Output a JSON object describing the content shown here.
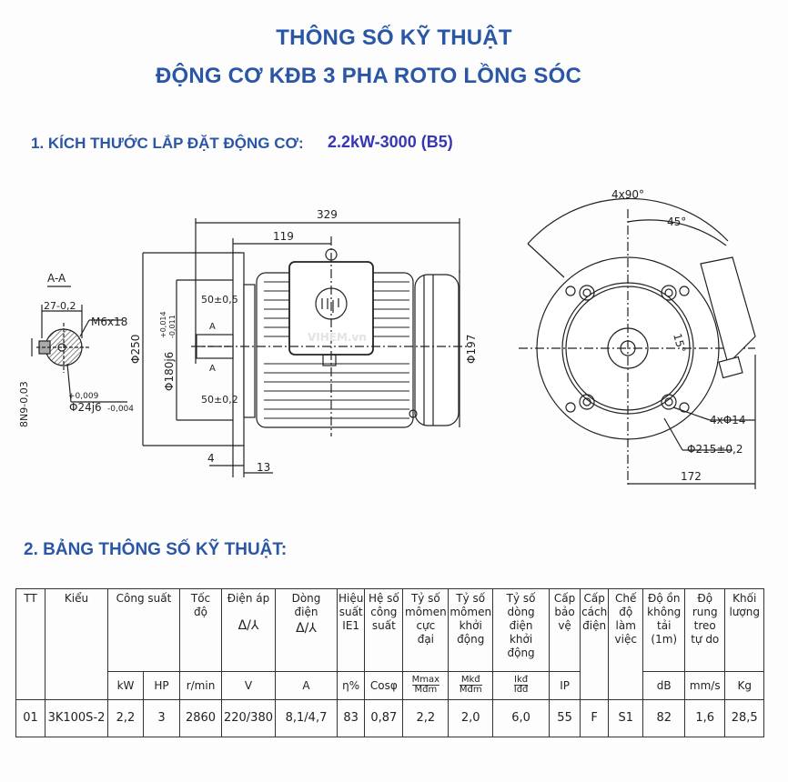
{
  "header": {
    "title_line1": "THÔNG SỐ KỸ THUẬT",
    "title_line2": "ĐỘNG CƠ KĐB 3 PHA ROTO LỒNG SÓC",
    "title_color": "#2a56a6"
  },
  "section1": {
    "label": "1. KÍCH THƯỚC LẮP ĐẶT ĐỘNG CƠ:",
    "model": "2.2kW-3000 (B5)",
    "model_color": "#3536b8"
  },
  "drawing": {
    "section_view": {
      "label": "A-A",
      "key_width": "27-0,2",
      "thread": "M6x18",
      "key_tol": "8N9-0,03",
      "shaft_dia": "Φ24j6",
      "shaft_tol_upper": "+0,009",
      "shaft_tol_lower": "-0,004"
    },
    "side_view": {
      "overall_length": "329",
      "flange_to_eye": "119",
      "flange_dia": "Φ250",
      "spigot_dia": "Φ180j6",
      "spigot_tol_upper": "+0,014",
      "spigot_tol_lower": "-0,011",
      "shaft_len_upper": "50±0,5",
      "shaft_len_lower": "50±0,2",
      "section_mark": "A",
      "spigot_depth": "4",
      "flange_thickness": "13",
      "body_dia": "Φ197",
      "watermark": "VIHEM.vn"
    },
    "front_view": {
      "holes_angle": "4x90°",
      "offset_angle": "45°",
      "box_angle": "15°",
      "holes": "4xΦ14",
      "pcd": "Φ215±0,2",
      "box_height": "172"
    }
  },
  "section2": {
    "label": "2. BẢNG THÔNG SỐ KỸ THUẬT:"
  },
  "table": {
    "headers": {
      "tt": "TT",
      "kieu": "Kiểu",
      "cong_suat": "Công suất",
      "toc_do": [
        "Tốc",
        "độ"
      ],
      "dien_ap": "Điện áp",
      "dong_dien": [
        "Dòng",
        "điện"
      ],
      "delta_star": "Δ/⅄",
      "hieu_suat": [
        "Hiệu",
        "suất",
        "IE1"
      ],
      "he_so": [
        "Hệ số",
        "công",
        "suất"
      ],
      "mmax": [
        "Tỷ số",
        "mômen",
        "cực",
        "đại"
      ],
      "mkd": [
        "Tỷ số",
        "mômen",
        "khởi",
        "động"
      ],
      "ikd": [
        "Tỷ số",
        "dòng điện",
        "khởi động"
      ],
      "ip": [
        "Cấp",
        "bảo",
        "vệ"
      ],
      "cach_dien": [
        "Cấp",
        "cách",
        "điện"
      ],
      "che_do": [
        "Chế",
        "độ",
        "làm",
        "việc"
      ],
      "do_on": [
        "Độ ồn",
        "không",
        "tải (1m)"
      ],
      "do_rung": [
        "Độ",
        "rung",
        "treo",
        "tự do"
      ],
      "khoi_luong": [
        "Khối",
        "lượng"
      ]
    },
    "units": {
      "kw": "kW",
      "hp": "HP",
      "rpm": "r/min",
      "v": "V",
      "a": "A",
      "eff": "η%",
      "cos": "Cosφ",
      "mmax_num": "Mmax",
      "mmax_den": "Mđm",
      "mkd_num": "Mkđ",
      "mkd_den": "Mđm",
      "ikd_num": "Ikđ",
      "ikd_den": "Iđđ",
      "ip": "IP",
      "db": "dB",
      "mms": "mm/s",
      "kg": "Kg"
    },
    "rows": [
      {
        "tt": "01",
        "kieu": "3K100S-2",
        "kw": "2,2",
        "hp": "3",
        "rpm": "2860",
        "v": "220/380",
        "a": "8,1/4,7",
        "eff": "83",
        "cos": "0,87",
        "mmax": "2,2",
        "mkd": "2,0",
        "ikd": "6,0",
        "ip": "55",
        "insul": "F",
        "duty": "S1",
        "db": "82",
        "vib": "1,6",
        "kg": "28,5"
      }
    ]
  }
}
